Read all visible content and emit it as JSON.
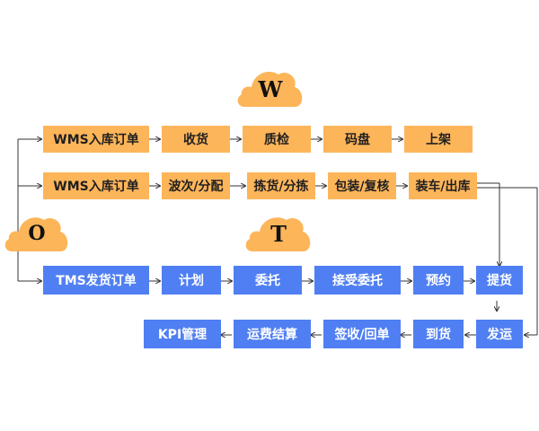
{
  "clouds": {
    "w": "W",
    "o": "O",
    "t": "T"
  },
  "wms_row1": [
    "WMS入库订单",
    "收货",
    "质检",
    "码盘",
    "上架"
  ],
  "wms_row2": [
    "WMS入库订单",
    "波次/分配",
    "拣货/分拣",
    "包装/复核",
    "装车/出库"
  ],
  "tms_row1": [
    "TMS发货订单",
    "计划",
    "委托",
    "接受委托",
    "预约",
    "提货"
  ],
  "tms_row2": [
    "KPI管理",
    "运费结算",
    "签收/回单",
    "到货",
    "发运"
  ],
  "colors": {
    "wms": "#FDB55A",
    "tms": "#4F7FF2",
    "cloud": "#FDB55A",
    "line": "#333333"
  }
}
